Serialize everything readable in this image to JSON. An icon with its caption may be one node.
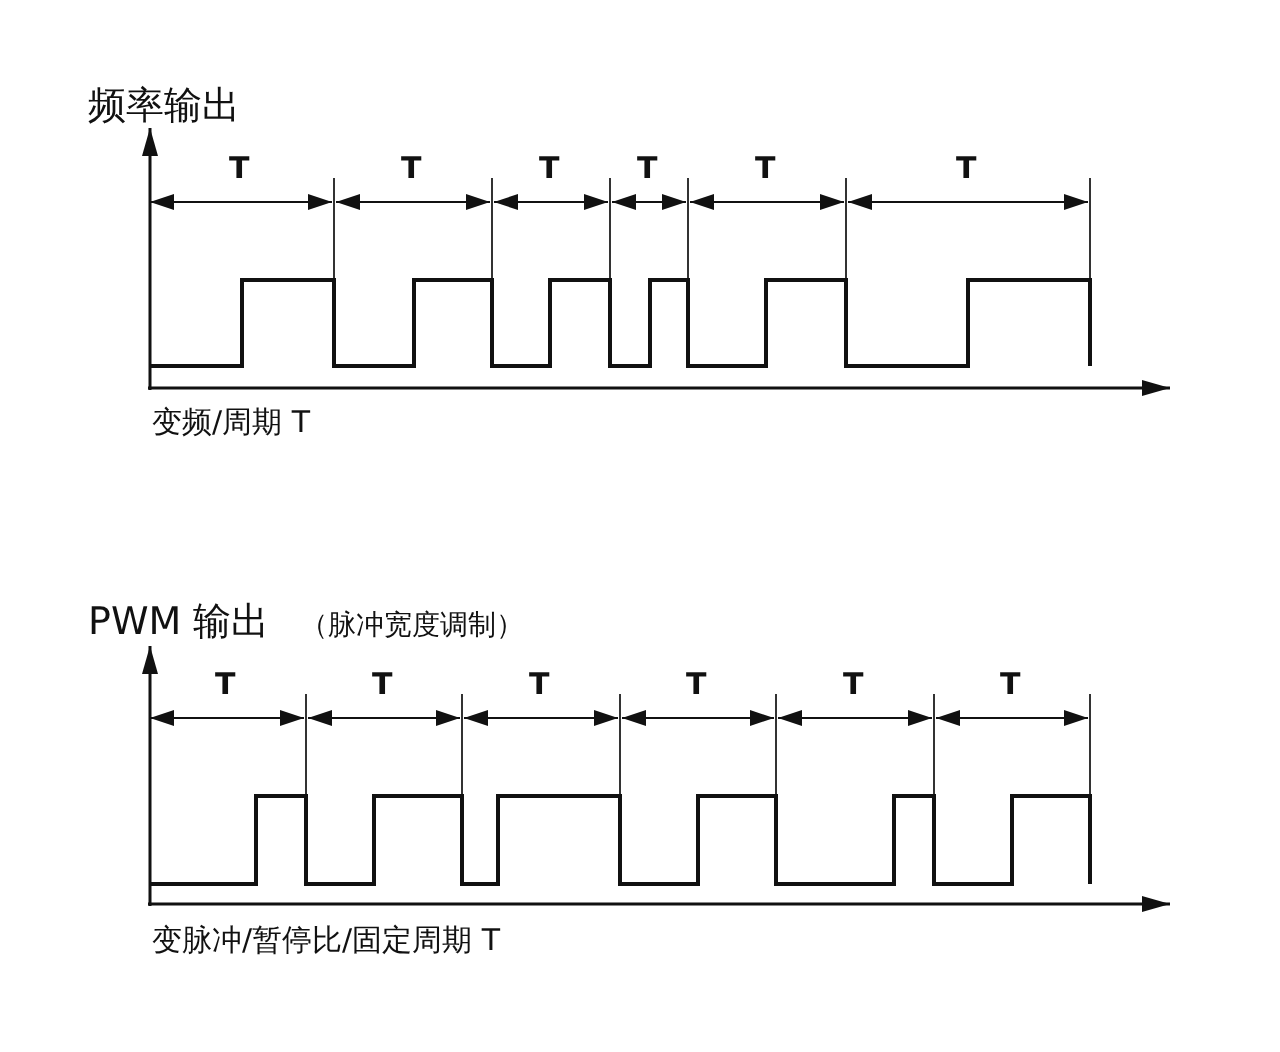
{
  "diagram": {
    "labels": [
      "频率输出",
      "T",
      "T",
      "T",
      "T",
      "T",
      "T",
      "变频/周期 T",
      "PWM 输出",
      "（脉冲宽度调制）",
      "T",
      "T",
      "T",
      "T",
      "T",
      "T",
      "变脉冲/暂停比/固定周期 T"
    ]
  }
}
